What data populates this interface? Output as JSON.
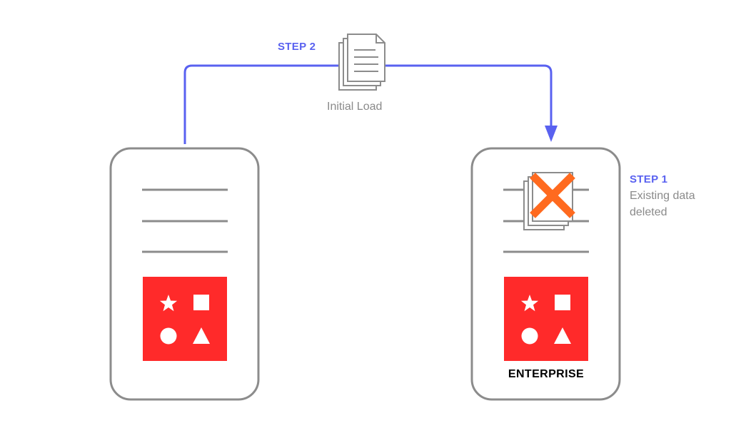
{
  "flow": {
    "step2_label": "STEP 2",
    "initial_load_label": "Initial Load",
    "step1_label": "STEP 1",
    "step1_caption": [
      "Existing data",
      "deleted"
    ]
  },
  "target_server": {
    "product_label": "ENTERPRISE"
  },
  "icons": {
    "document_stack": "document-stack-icon",
    "delete_mark": "x-mark-icon",
    "shapes_logo": "red-shapes-logo"
  },
  "colors": {
    "arrow": "#5961f0",
    "server_outline": "#8c8c8c",
    "logo_red": "#ff2a2a",
    "delete_x": "#ff6a1f",
    "caption_gray": "#8a8a8a"
  }
}
